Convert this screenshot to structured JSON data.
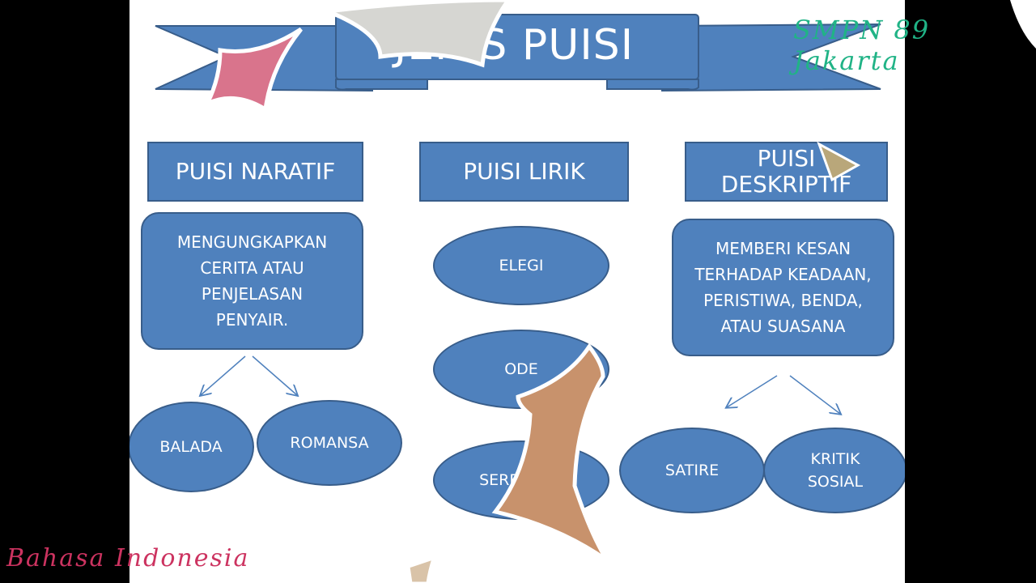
{
  "title": "JENIS PUISI",
  "watermarks": {
    "top_right": "SMPN 89 Jakarta",
    "bottom_left": "Bahasa Indonesia"
  },
  "categories": {
    "naratif": {
      "heading": "PUISI NARATIF",
      "description": "MENGUNGKAPKAN CERITA ATAU PENJELASAN PENYAIR.",
      "subtypes": [
        "BALADA",
        "ROMANSA"
      ]
    },
    "lirik": {
      "heading": "PUISI LIRIK",
      "subtypes": [
        "ELEGI",
        "ODE",
        "SERENADA"
      ]
    },
    "deskriptif": {
      "heading": "PUISI DESKRIPTIF",
      "description": "MEMBERI KESAN TERHADAP KEADAAN, PERISTIWA, BENDA, ATAU SUASANA",
      "subtypes": [
        "SATIRE",
        "KRITIK SOSIAL"
      ]
    }
  },
  "colors": {
    "box_fill": "#4f81bd",
    "box_border": "#385d8a",
    "watermark_top": "#20b386",
    "watermark_bottom": "#cc3360"
  }
}
